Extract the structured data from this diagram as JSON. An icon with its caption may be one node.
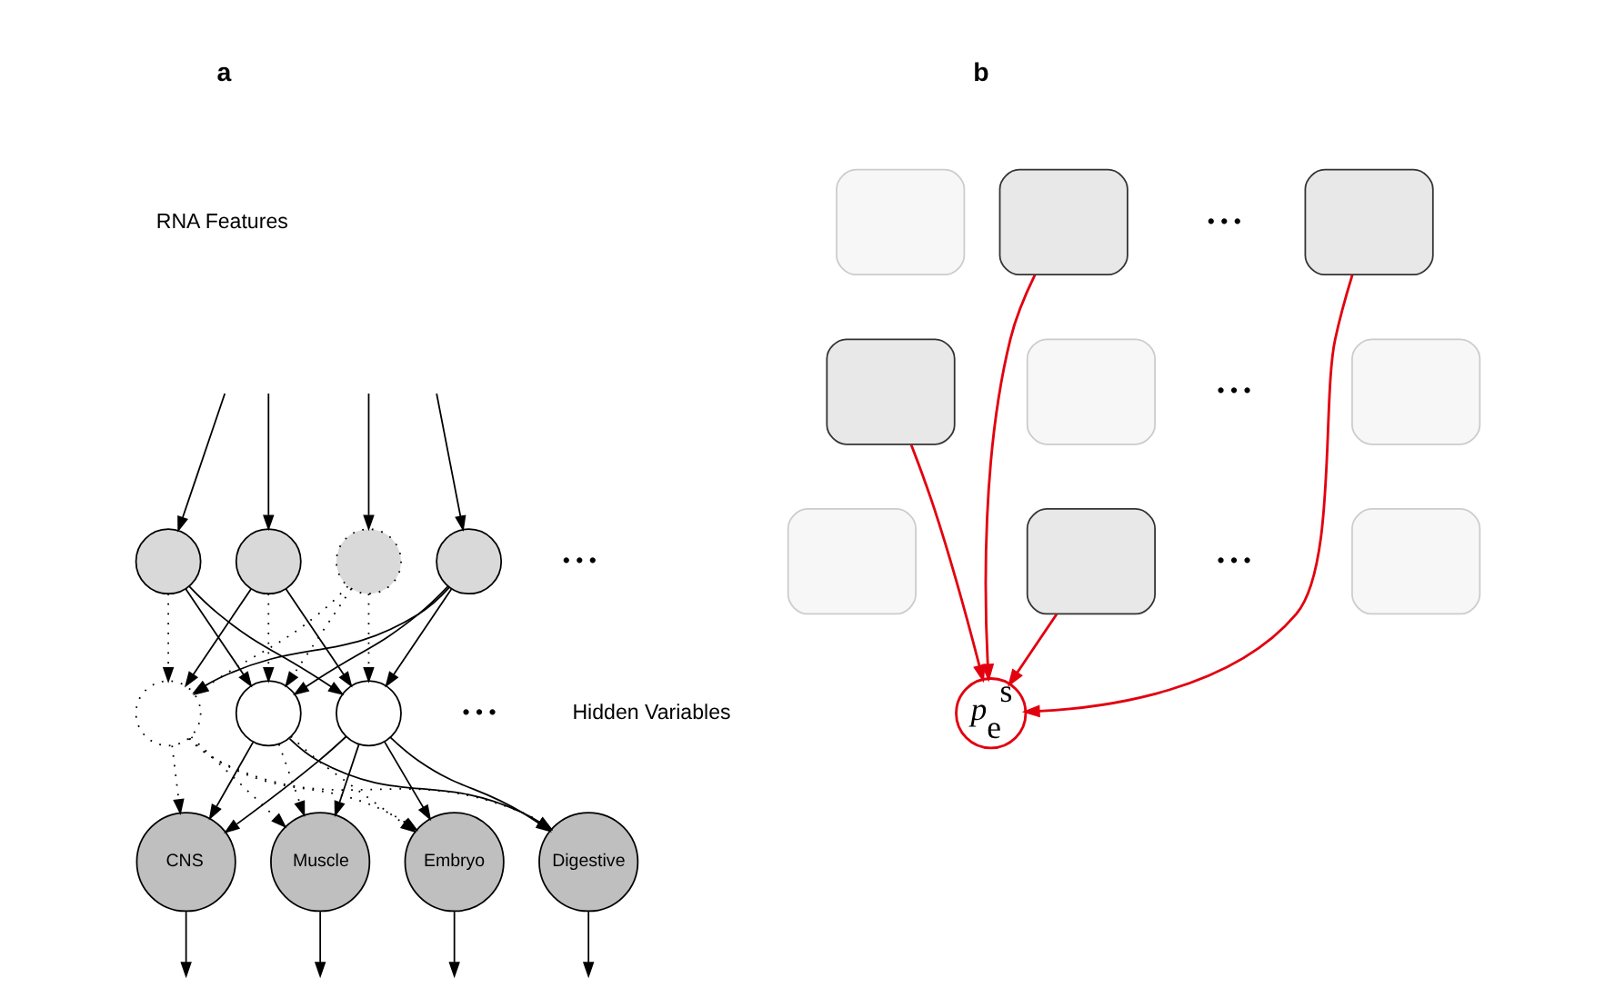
{
  "diagram": {
    "nodes": [
      {
        "text": [],
        "shape": "circle"
      },
      {
        "text": [],
        "shape": "circle"
      },
      {
        "text": [],
        "shape": "circle"
      },
      {
        "text": [],
        "shape": "circle"
      },
      {
        "text": [],
        "shape": "circle"
      },
      {
        "text": [],
        "shape": "circle"
      },
      {
        "text": [],
        "shape": "circle"
      },
      {
        "text": [
          "CNS"
        ]
      },
      {
        "text": [
          "Muscle"
        ]
      },
      {
        "text": [
          "Embryo"
        ]
      },
      {
        "text": [
          "Digestive"
        ]
      },
      {
        "text": [],
        "shape": "box"
      },
      {
        "text": [],
        "shape": "box"
      },
      {
        "text": [],
        "shape": "box"
      },
      {
        "text": [],
        "shape": "box"
      },
      {
        "text": [],
        "shape": "box"
      },
      {
        "text": [],
        "shape": "box"
      },
      {
        "text": [],
        "shape": "box"
      },
      {
        "text": [],
        "shape": "box"
      },
      {
        "text": [],
        "shape": "box"
      },
      {
        "text": [
          "*p*$_{e}$$^{s}$"
        ]
      }
    ],
    "edges": [
      {
        "from": null,
        "to": 0,
        "arrow": "to"
      },
      {
        "from": null,
        "to": 1,
        "arrow": "to"
      },
      {
        "from": null,
        "to": 2,
        "arrow": "to"
      },
      {
        "from": null,
        "to": 3,
        "arrow": "to"
      },
      {
        "from": 0,
        "to": 4,
        "arrow": "to"
      },
      {
        "from": 0,
        "to": 5,
        "arrow": "to",
        "style": "dashed"
      },
      {
        "from": 0,
        "to": 6,
        "arrow": "to"
      },
      {
        "from": 1,
        "to": 4,
        "arrow": "to",
        "style": "dashed"
      },
      {
        "from": 1,
        "to": 5,
        "arrow": "to"
      },
      {
        "from": 1,
        "to": 6,
        "arrow": "to"
      },
      {
        "from": 2,
        "to": 4,
        "arrow": "to",
        "style": "dashed"
      },
      {
        "from": 2,
        "to": 5,
        "arrow": "to",
        "style": "dashed"
      },
      {
        "from": 2,
        "to": 6,
        "arrow": "to",
        "style": "dashed"
      },
      {
        "from": 3,
        "to": 4,
        "arrow": "to"
      },
      {
        "from": 3,
        "to": 5,
        "arrow": "to"
      },
      {
        "from": 3,
        "to": 6,
        "arrow": "to"
      },
      {
        "from": 4,
        "to": 7,
        "arrow": "to"
      },
      {
        "from": 4,
        "to": 8,
        "arrow": "to",
        "style": "dashed"
      },
      {
        "from": 4,
        "to": 9,
        "arrow": "to",
        "style": "dashed"
      },
      {
        "from": 4,
        "to": 10,
        "arrow": "to"
      },
      {
        "from": 5,
        "to": 7,
        "arrow": "to",
        "style": "dashed"
      },
      {
        "from": 5,
        "to": 8,
        "arrow": "to",
        "style": "dashed"
      },
      {
        "from": 5,
        "to": 9,
        "arrow": "to",
        "style": "dashed"
      },
      {
        "from": 5,
        "to": 10,
        "arrow": "to",
        "style": "dashed"
      },
      {
        "from": 6,
        "to": 7,
        "arrow": "to"
      },
      {
        "from": 6,
        "to": 8,
        "arrow": "to"
      },
      {
        "from": 6,
        "to": 9,
        "arrow": "to"
      },
      {
        "from": 6,
        "to": 10,
        "arrow": "to"
      },
      {
        "from": 7,
        "to": null,
        "arrow": "to"
      },
      {
        "from": 8,
        "to": null,
        "arrow": "to"
      },
      {
        "from": 9,
        "to": null,
        "arrow": "to"
      },
      {
        "from": 10,
        "to": null,
        "arrow": "to"
      },
      {
        "from": 11,
        "to": 20,
        "arrow": "to",
        "color": "#e3000f"
      },
      {
        "from": 13,
        "to": 20,
        "arrow": "to",
        "color": "#e3000f"
      },
      {
        "from": 15,
        "to": 20,
        "arrow": "to",
        "color": "#e3000f"
      },
      {
        "from": 17,
        "to": 20,
        "arrow": "to",
        "color": "#e3000f"
      }
    ],
    "labels": [
      "a",
      "b",
      "RNA Features",
      "• • •",
      "• • •",
      "Hidden Variables",
      "• • •",
      "• • •",
      "• • •"
    ]
  }
}
